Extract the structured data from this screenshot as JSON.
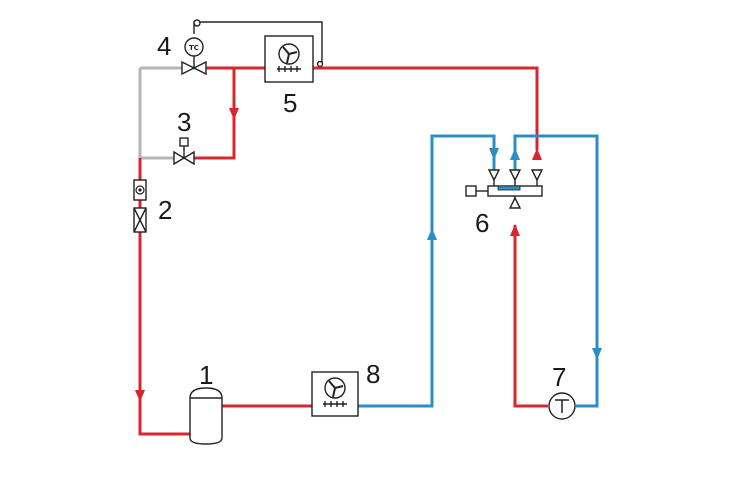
{
  "colors": {
    "hot_line": "#d7262e",
    "cold_line": "#2b8fc4",
    "control_line": "#222222",
    "bypass_line": "#b5b5b5"
  },
  "labels": {
    "receiver": "1",
    "sight_glass_filter": "2",
    "solenoid_valve": "3",
    "thermostatic_valve": "4",
    "condenser_fan": "5",
    "mixing_valve": "6",
    "pump": "7",
    "evaporator_fan": "8"
  },
  "valve_text": {
    "thermostat": "TC"
  }
}
